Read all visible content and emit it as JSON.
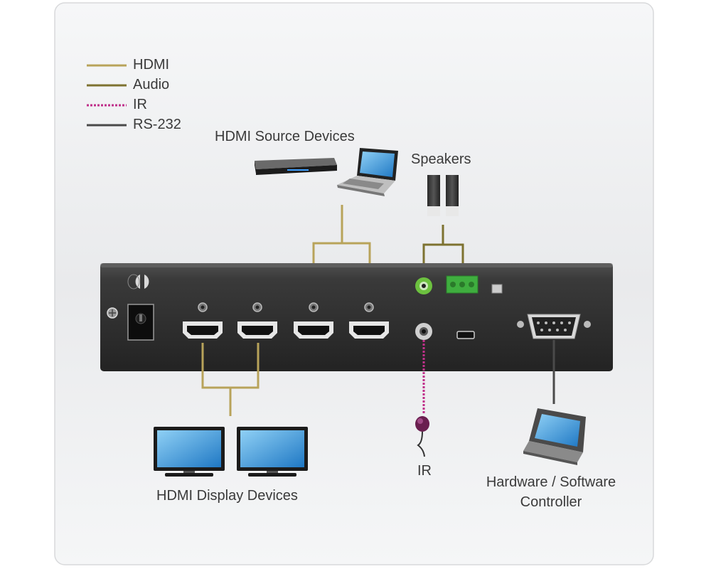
{
  "legend": {
    "items": [
      {
        "label": "HDMI",
        "color": "#b8a35a",
        "style": "solid"
      },
      {
        "label": "Audio",
        "color": "#7d7230",
        "style": "solid"
      },
      {
        "label": "IR",
        "color": "#c0308a",
        "style": "dashed"
      },
      {
        "label": "RS-232",
        "color": "#4a4a4a",
        "style": "solid"
      }
    ]
  },
  "labels": {
    "hdmi_source": "HDMI Source Devices",
    "speakers": "Speakers",
    "hdmi_display": "HDMI Display Devices",
    "ir": "IR",
    "controller_line1": "Hardware / Software",
    "controller_line2": "Controller"
  },
  "colors": {
    "panel_bg": "#f1f2f3",
    "device_body": "#2b2b2b",
    "hdmi_wire": "#b8a35a",
    "audio_wire": "#7d7230",
    "ir_wire": "#c0308a",
    "rs232_wire": "#4a4a4a",
    "audio_jack": "#6cc13f",
    "terminal_block": "#3fae3f",
    "screen_blue": "#3a9ad9"
  },
  "icons": [
    "blu-ray-player-icon",
    "laptop-icon",
    "speaker-icon",
    "monitor-icon",
    "ir-receiver-icon",
    "touch-panel-icon",
    "power-jack-icon",
    "hdmi-port-icon",
    "serial-port-icon"
  ]
}
